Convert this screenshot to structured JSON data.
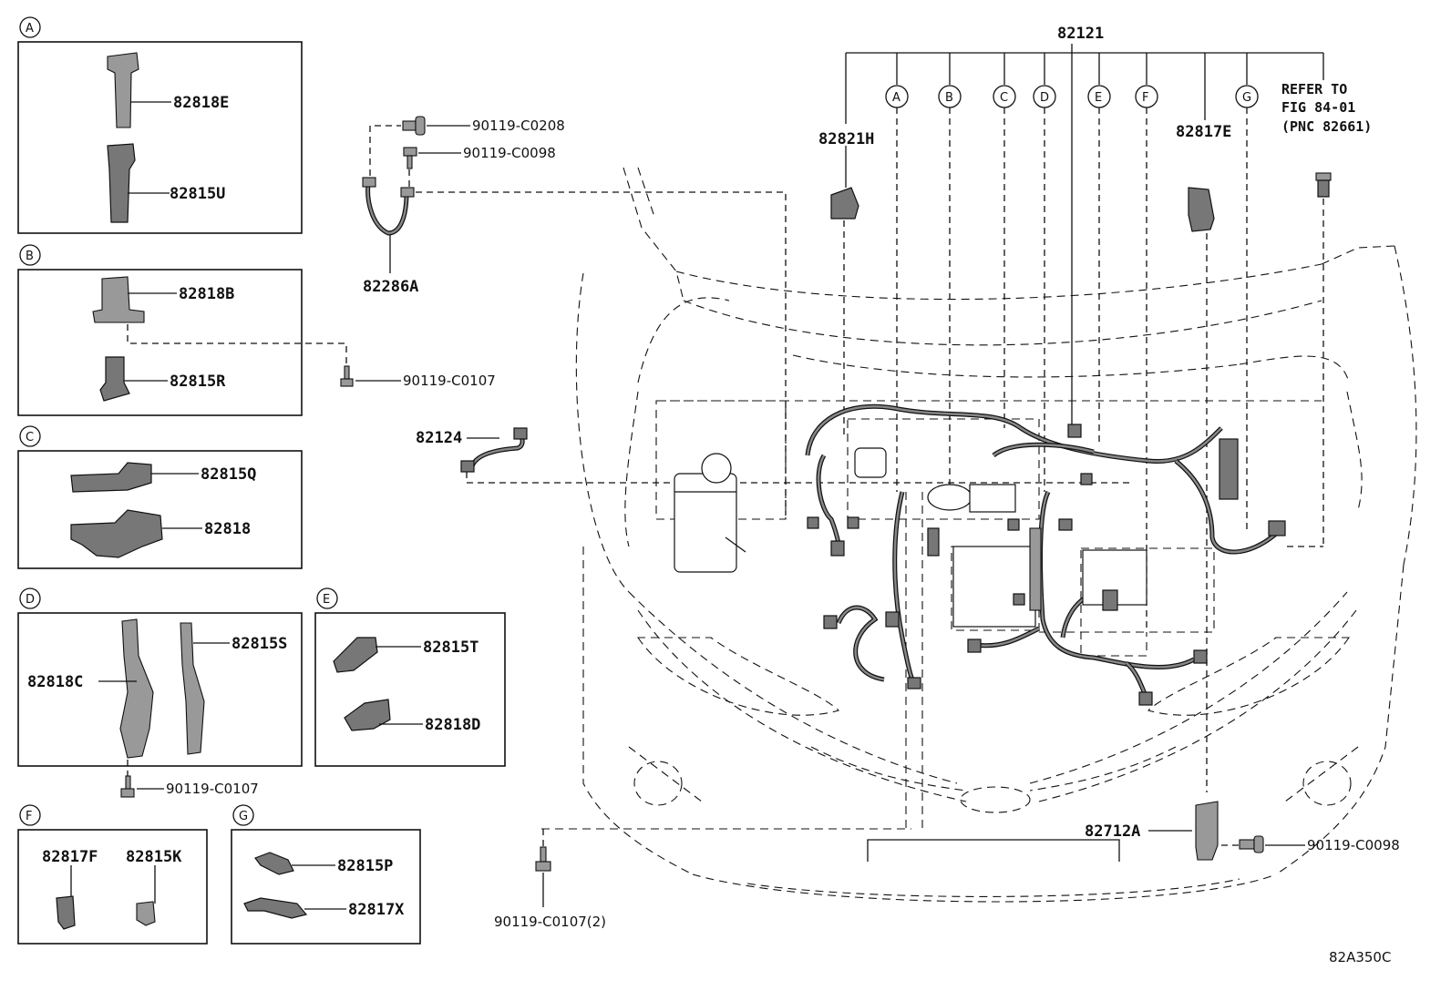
{
  "groups": {
    "A": {
      "letter": "A",
      "parts": [
        "82818E",
        "82815U"
      ]
    },
    "B": {
      "letter": "B",
      "parts": [
        "82818B",
        "82815R"
      ],
      "bolt": "90119-C0107"
    },
    "C": {
      "letter": "C",
      "parts": [
        "82815Q",
        "82818"
      ]
    },
    "D": {
      "letter": "D",
      "parts": [
        "82815S",
        "82818C"
      ],
      "bolt": "90119-C0107"
    },
    "E": {
      "letter": "E",
      "parts": [
        "82815T",
        "82818D"
      ]
    },
    "F": {
      "letter": "F",
      "parts": [
        "82817F",
        "82815K"
      ]
    },
    "G": {
      "letter": "G",
      "parts": [
        "82815P",
        "82817X"
      ]
    }
  },
  "clamp": {
    "bolt_top": "90119-C0208",
    "bolt_mid": "90119-C0098",
    "part": "82286A"
  },
  "harness_branch": "82124",
  "main_harness": {
    "part": "82121",
    "branch_letters": [
      "A",
      "B",
      "C",
      "D",
      "E",
      "F",
      "G"
    ]
  },
  "cover": "82821H",
  "bracket_top": "82817E",
  "refer": {
    "line1": "REFER TO",
    "line2": "FIG 84-01",
    "line3": "(PNC 82661)"
  },
  "bracket_bottom": {
    "part": "82712A",
    "bolt": "90119-C0098"
  },
  "bottom_bolt": "90119-C0107(2)",
  "figure_code": "82A350C"
}
